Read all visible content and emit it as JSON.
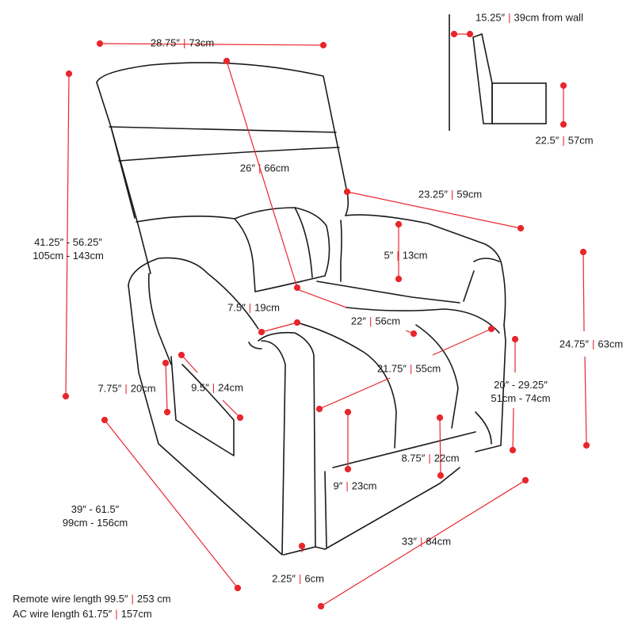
{
  "colors": {
    "accent": "#e8262c",
    "line": "#1a1a1a"
  },
  "dimensions": {
    "width": {
      "in": "28.75″",
      "cm": "73cm"
    },
    "back_height": {
      "in": "26″",
      "cm": "66cm"
    },
    "total_height": {
      "in": "41.25″ - 56.25″",
      "cm": "105cm - 143cm"
    },
    "seat_width": {
      "in": "23.25″",
      "cm": "59cm"
    },
    "arm_above_seat": {
      "in": "5″",
      "cm": "13cm"
    },
    "arm_width": {
      "in": "7.5″",
      "cm": "19cm"
    },
    "seat_depth": {
      "in": "22″",
      "cm": "56cm"
    },
    "seat_front_width": {
      "in": "21.75″",
      "cm": "55cm"
    },
    "pocket_width": {
      "in": "9.5″",
      "cm": "24cm"
    },
    "pocket_height": {
      "in": "7.75″",
      "cm": "20cm"
    },
    "seat_height": {
      "in": "20″ - 29.25″",
      "cm": "51cm - 74cm"
    },
    "arm_height": {
      "in": "24.75″",
      "cm": "63cm"
    },
    "front_panel": {
      "in": "9″",
      "cm": "23cm"
    },
    "footrest": {
      "in": "8.75″",
      "cm": "22cm"
    },
    "total_depth": {
      "in": "39″ - 61.5″",
      "cm": "99cm - 156cm"
    },
    "depth": {
      "in": "33″",
      "cm": "84cm"
    },
    "leg_height": {
      "in": "2.25″",
      "cm": "6cm"
    },
    "wall_clearance": {
      "in": "15.25″",
      "cm": "39cm from wall"
    },
    "side_seat_height": {
      "in": "22.5″",
      "cm": "57cm"
    }
  },
  "notes": {
    "remote": {
      "label": "Remote wire length 99.5″",
      "cm": "253 cm"
    },
    "ac": {
      "label": "AC wire length 61.75″",
      "cm": "157cm"
    }
  }
}
